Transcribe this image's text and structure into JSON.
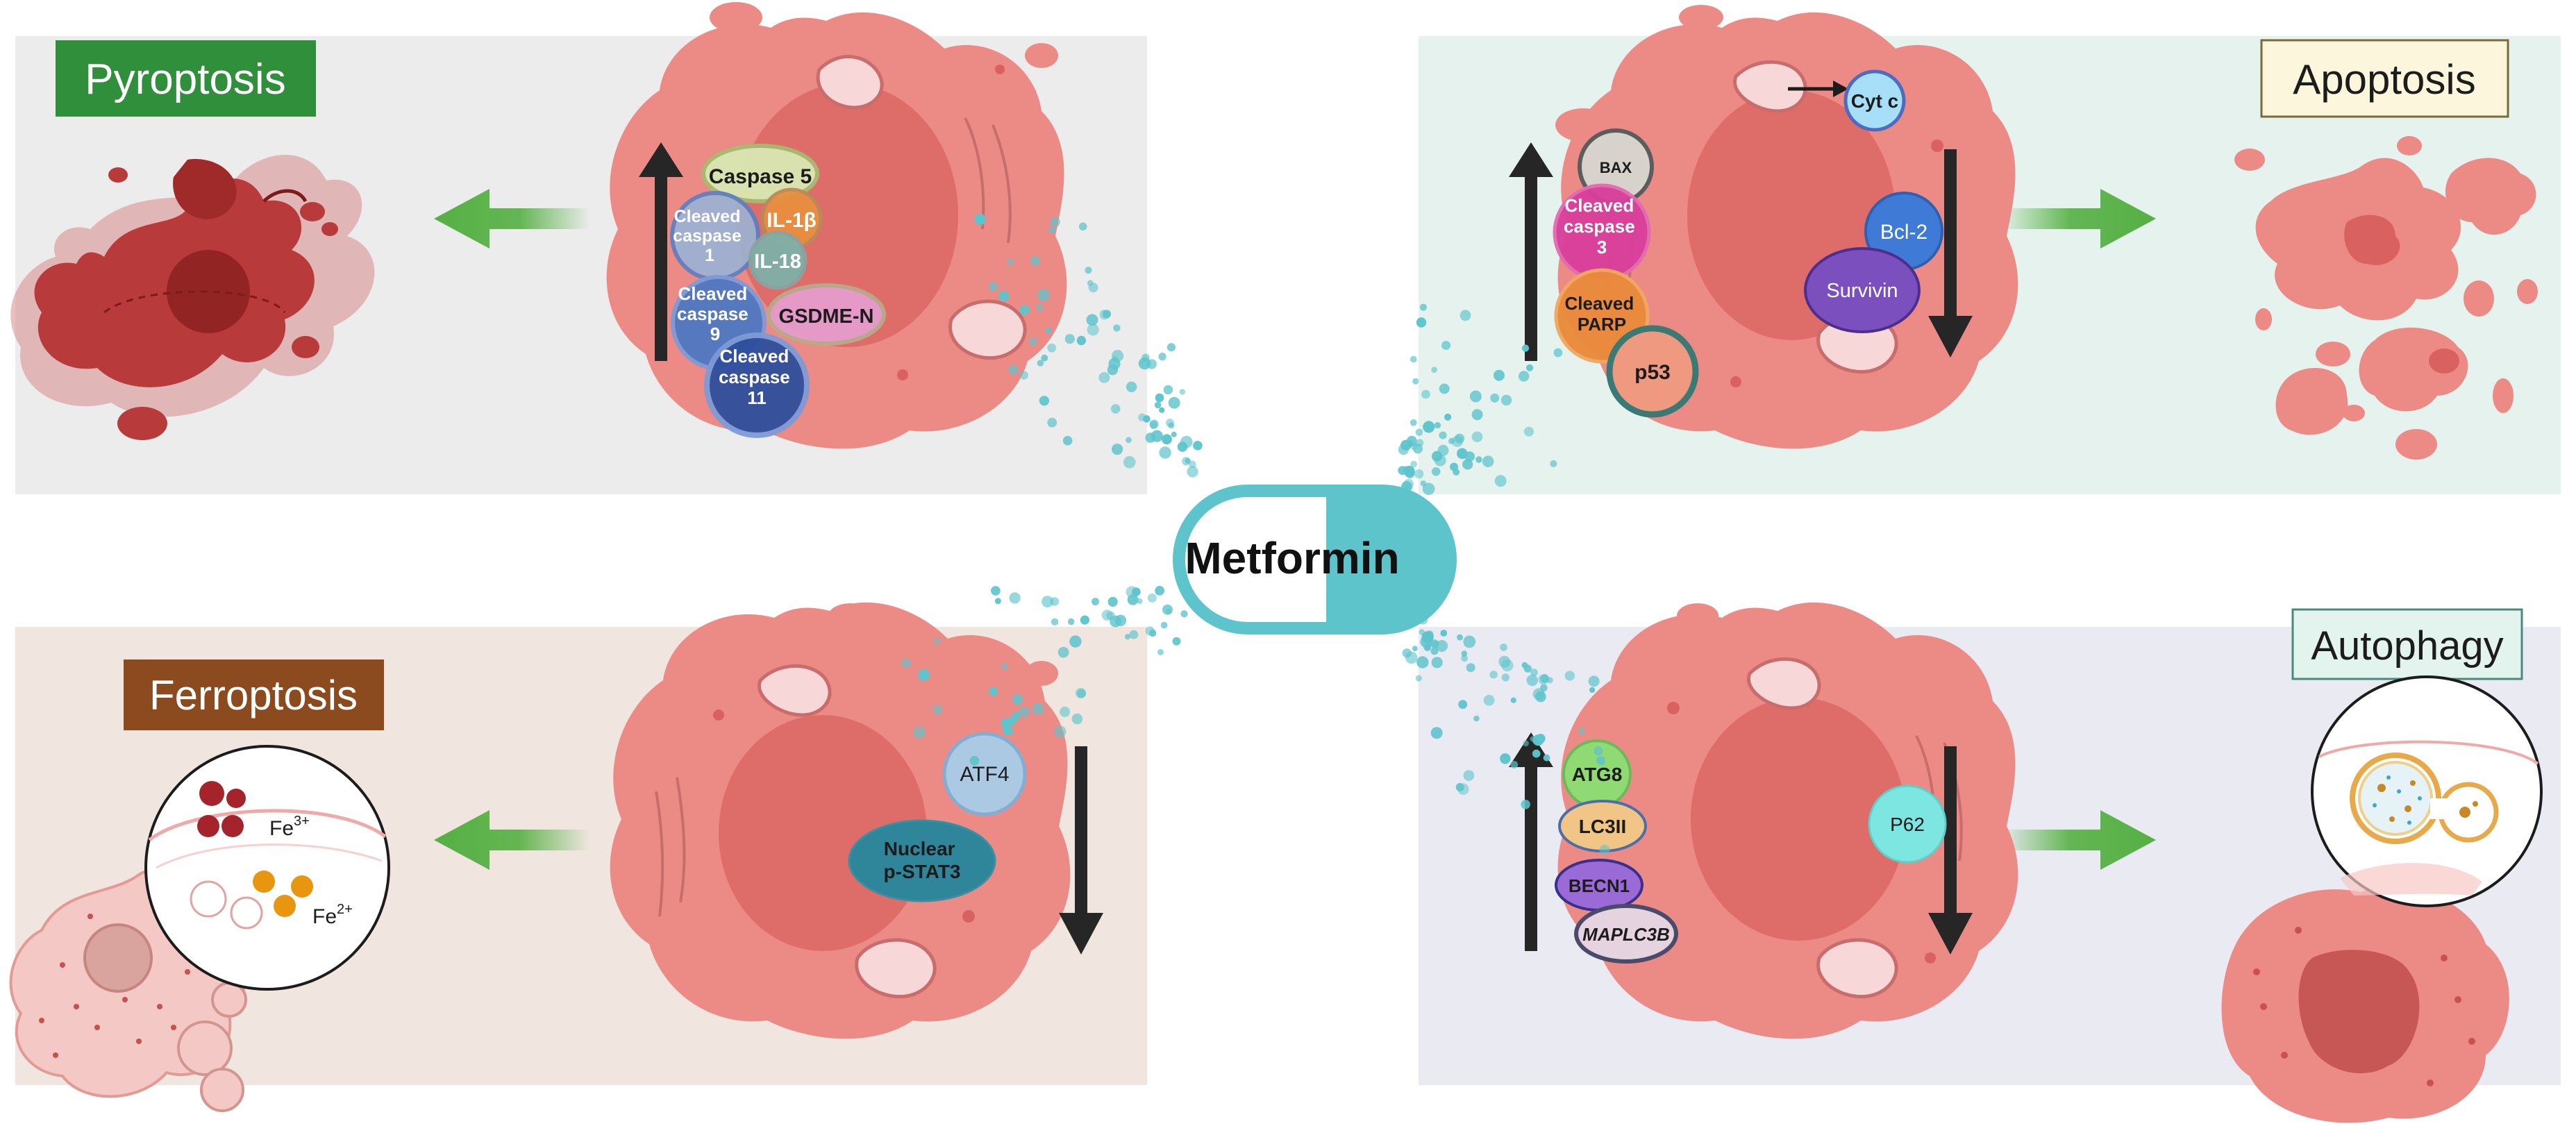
{
  "center": {
    "label": "Metformin"
  },
  "panels": {
    "pyroptosis": {
      "title": "Pyroptosis",
      "direction": "up",
      "markers": [
        "Caspase 5",
        "IL-1β",
        "IL-18",
        "GSDME-N"
      ],
      "cleaved": {
        "c1": [
          "Cleaved",
          "caspase",
          "1"
        ],
        "c9": [
          "Cleaved",
          "caspase",
          "9"
        ],
        "c11": [
          "Cleaved",
          "caspase",
          "11"
        ]
      }
    },
    "apoptosis": {
      "title": "Apoptosis",
      "up_markers": {
        "bax": "BAX",
        "casp3": [
          "Cleaved",
          "caspase",
          "3"
        ],
        "parp": [
          "Cleaved",
          "PARP"
        ],
        "p53": "p53"
      },
      "cytc": "Cyt c",
      "down_markers": [
        "Bcl-2",
        "Survivin"
      ]
    },
    "ferroptosis": {
      "title": "Ferroptosis",
      "direction": "down",
      "markers": {
        "atf4": "ATF4",
        "stat3": [
          "Nuclear",
          "p-STAT3"
        ]
      },
      "iron": {
        "fe3": "Fe",
        "fe3_sup": "3+",
        "fe2": "Fe",
        "fe2_sup": "2+"
      }
    },
    "autophagy": {
      "title": "Autophagy",
      "up_markers": [
        "ATG8",
        "LC3II",
        "BECN1",
        "MAPLC3B"
      ],
      "down_markers": [
        "P62"
      ]
    }
  },
  "colors": {
    "pyroptosis_bg": "#ececec",
    "apoptosis_bg": "#e5f2ee",
    "ferroptosis_bg": "#f0e6df",
    "autophagy_bg": "#eaeaf3",
    "cell": "#ec8a86",
    "nucleus": "#d9615f",
    "green_arrow": "#55b043",
    "pill": "#5ec4cc",
    "pyroptosis_label": "#2f8f3a",
    "ferroptosis_label": "#8b4b1f",
    "apoptosis_label": "#fbf6dc",
    "autophagy_label": "#e3f3ee"
  },
  "icons": [
    "pill-icon",
    "up-arrow-icon",
    "down-arrow-icon",
    "green-arrow-icon",
    "magnifier-circle-icon"
  ]
}
